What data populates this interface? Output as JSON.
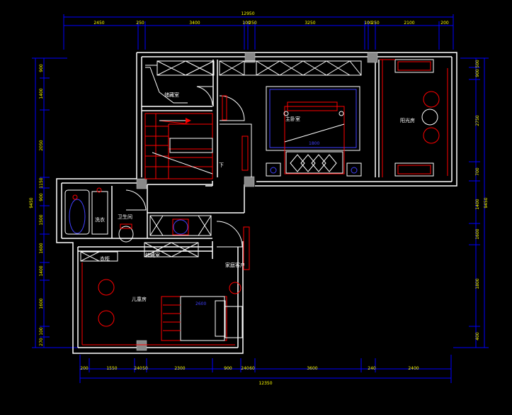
{
  "overall": {
    "top": "12950",
    "bottom": "12350",
    "left": "9450",
    "right": "9450"
  },
  "dims_top": [
    "2450",
    "250",
    "3400",
    "100",
    "250",
    "3250",
    "100",
    "250",
    "2100",
    "200"
  ],
  "dims_bottom": [
    "200",
    "1550",
    "240",
    "50",
    "2300",
    "900",
    "240",
    "60",
    "3600",
    "240",
    "2400"
  ],
  "dims_left": [
    "900",
    "1400",
    "2050",
    "1150",
    "900",
    "1500",
    "1600",
    "1400",
    "1600",
    "100",
    "270"
  ],
  "dims_right": [
    "500",
    "900",
    "2750",
    "700",
    "1400",
    "1600",
    "1800",
    "400"
  ],
  "rooms": {
    "storage_top": "储藏室",
    "master_bedroom": "主卧室",
    "sunroom": "阳光房",
    "laundry": "洗衣",
    "bathroom": "卫生间",
    "closet": "衣柜",
    "storage_mid": "储藏室",
    "kids_room": "儿童房",
    "terrace": "家庭客户",
    "stair_down": "下"
  },
  "bed_text": {
    "master": "1800",
    "kids": "2600"
  },
  "colors": {
    "wall": "#ffffff",
    "furniture": "#ff0000",
    "accent": "#4040ff",
    "dim": "#ffff00",
    "dimline": "#0000ff",
    "grey": "#888888"
  }
}
